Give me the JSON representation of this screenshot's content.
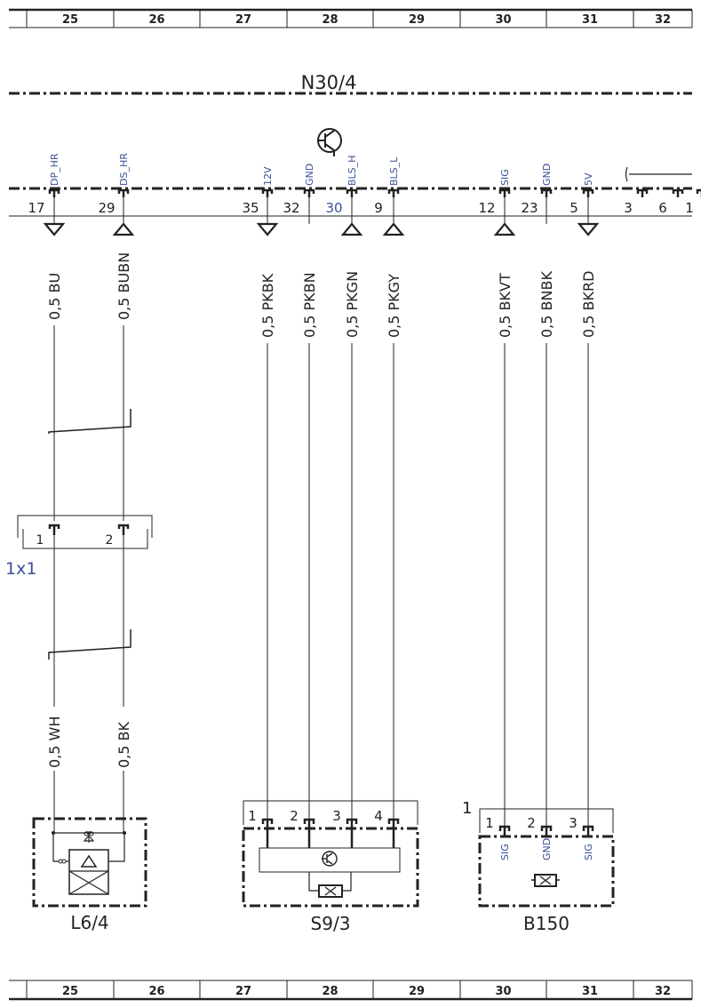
{
  "grid": {
    "columns": [
      "25",
      "26",
      "27",
      "28",
      "29",
      "30",
      "31",
      "32"
    ]
  },
  "module": {
    "name": "N30/4",
    "pins": [
      {
        "number": "17",
        "signal": "DP_HR",
        "dir": "out",
        "wire": "0,5 BU"
      },
      {
        "number": "29",
        "signal": "DS_HR",
        "dir": "in",
        "wire": "0,5 BUBN"
      },
      {
        "number": "35",
        "signal": "12V",
        "dir": "out",
        "wire": "0,5 PKBK"
      },
      {
        "number": "32",
        "signal": "GND",
        "dir": "",
        "wire": "0,5 PKBN"
      },
      {
        "number": "30",
        "signal": "BLS_H",
        "dir": "in",
        "wire": "0,5 PKGN"
      },
      {
        "number": "9",
        "signal": "BLS_L",
        "dir": "in",
        "wire": "0,5 PKGY"
      },
      {
        "number": "12",
        "signal": "SIG",
        "dir": "in",
        "wire": "0,5 BKVT"
      },
      {
        "number": "23",
        "signal": "GND",
        "dir": "",
        "wire": "0,5 BNBK"
      },
      {
        "number": "5",
        "signal": "5V",
        "dir": "out",
        "wire": "0,5 BKRD"
      },
      {
        "number": "3",
        "signal": "",
        "dir": "",
        "wire": ""
      },
      {
        "number": "6",
        "signal": "",
        "dir": "",
        "wire": ""
      },
      {
        "number": "1",
        "signal": "",
        "dir": "",
        "wire": ""
      }
    ]
  },
  "connector": {
    "name": "1x1",
    "pins": [
      "1",
      "2"
    ],
    "lower_wires": [
      "0,5 WH",
      "0,5 BK"
    ]
  },
  "components": [
    {
      "name": "L6/4",
      "pins": []
    },
    {
      "name": "S9/3",
      "pins": [
        "1",
        "2",
        "3",
        "4"
      ]
    },
    {
      "name": "B150",
      "pins": [
        "1",
        "2",
        "3"
      ],
      "pin_signals": [
        "SIG",
        "GND",
        "SIG"
      ],
      "connector_label": "1"
    }
  ]
}
